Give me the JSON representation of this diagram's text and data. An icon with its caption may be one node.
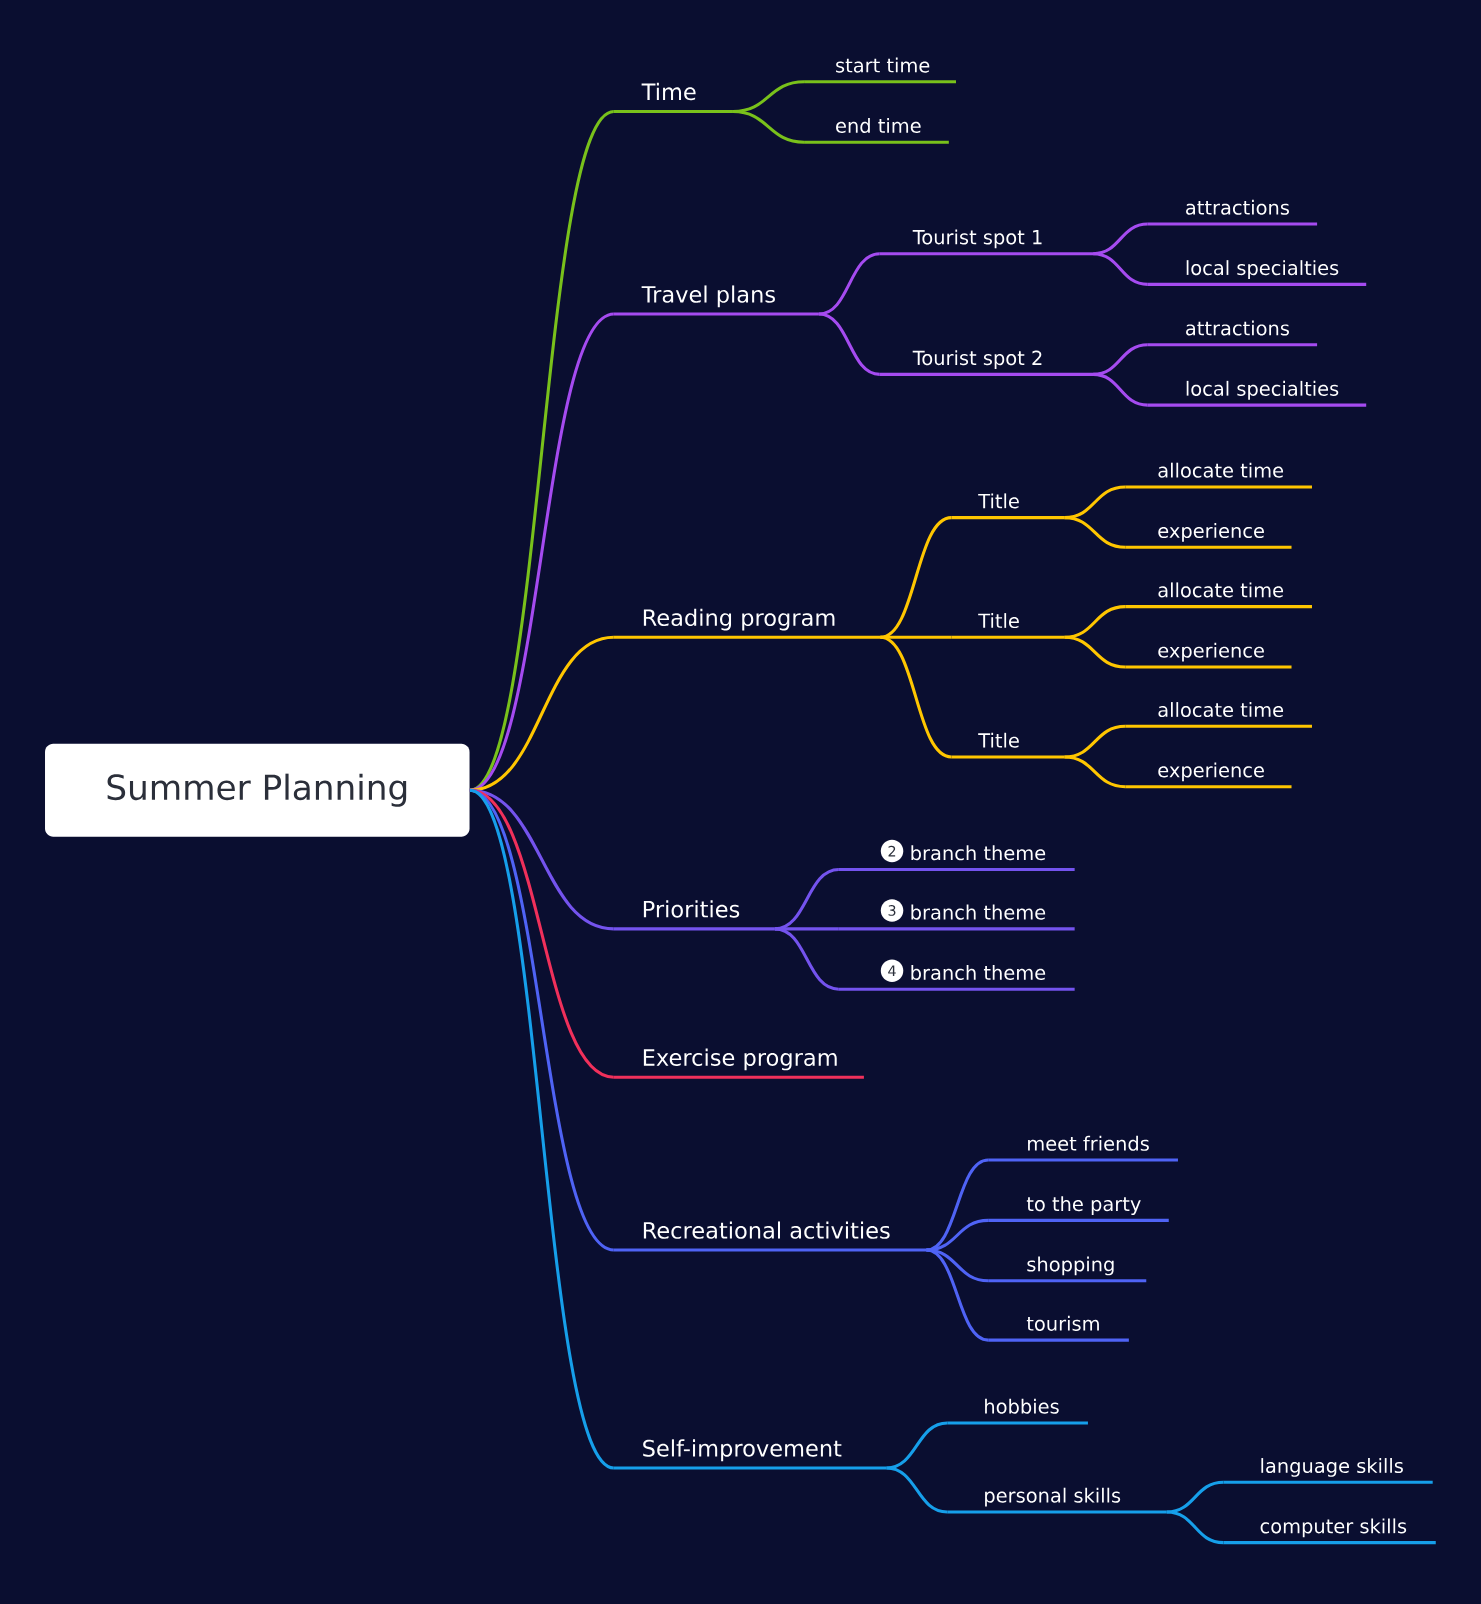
{
  "diagram": {
    "nodes": [
      {
        "text": [
          "Summer Planning"
        ]
      },
      {
        "text": [
          "Time"
        ]
      },
      {
        "text": [
          "start time"
        ]
      },
      {
        "text": [
          "end time"
        ]
      },
      {
        "text": [
          "Travel plans"
        ]
      },
      {
        "text": [
          "Tourist spot 1"
        ]
      },
      {
        "text": [
          "attractions"
        ]
      },
      {
        "text": [
          "local specialties"
        ]
      },
      {
        "text": [
          "Tourist spot 2"
        ]
      },
      {
        "text": [
          "attractions"
        ]
      },
      {
        "text": [
          "local specialties"
        ]
      },
      {
        "text": [
          "Reading program"
        ]
      },
      {
        "text": [
          "Title"
        ]
      },
      {
        "text": [
          "allocate time"
        ]
      },
      {
        "text": [
          "experience"
        ]
      },
      {
        "text": [
          "Title"
        ]
      },
      {
        "text": [
          "allocate time"
        ]
      },
      {
        "text": [
          "experience"
        ]
      },
      {
        "text": [
          "Title"
        ]
      },
      {
        "text": [
          "allocate time"
        ]
      },
      {
        "text": [
          "experience"
        ]
      },
      {
        "text": [
          "Priorities"
        ]
      },
      {
        "text": [
          "2",
          "branch theme"
        ]
      },
      {
        "text": [
          "3",
          "branch theme"
        ]
      },
      {
        "text": [
          "4",
          "branch theme"
        ]
      },
      {
        "text": [
          "Exercise program"
        ]
      },
      {
        "text": [
          "Recreational activities"
        ]
      },
      {
        "text": [
          "meet friends"
        ]
      },
      {
        "text": [
          "to the party"
        ]
      },
      {
        "text": [
          "shopping"
        ]
      },
      {
        "text": [
          "tourism"
        ]
      },
      {
        "text": [
          "Self-improvement"
        ]
      },
      {
        "text": [
          "hobbies"
        ]
      },
      {
        "text": [
          "personal skills"
        ]
      },
      {
        "text": [
          "language skills"
        ]
      },
      {
        "text": [
          "computer skills"
        ]
      }
    ],
    "edges": [
      {
        "from": 0,
        "to": 1,
        "arrow": "none",
        "color": "#79c11b"
      },
      {
        "from": 1,
        "to": 2,
        "arrow": "none",
        "color": "#79c11b"
      },
      {
        "from": 1,
        "to": 3,
        "arrow": "none",
        "color": "#79c11b"
      },
      {
        "from": 0,
        "to": 4,
        "arrow": "none",
        "color": "#a54bf0"
      },
      {
        "from": 4,
        "to": 5,
        "arrow": "none",
        "color": "#a54bf0"
      },
      {
        "from": 5,
        "to": 6,
        "arrow": "none",
        "color": "#a54bf0"
      },
      {
        "from": 5,
        "to": 7,
        "arrow": "none",
        "color": "#a54bf0"
      },
      {
        "from": 4,
        "to": 8,
        "arrow": "none",
        "color": "#a54bf0"
      },
      {
        "from": 8,
        "to": 9,
        "arrow": "none",
        "color": "#a54bf0"
      },
      {
        "from": 8,
        "to": 10,
        "arrow": "none",
        "color": "#a54bf0"
      },
      {
        "from": 0,
        "to": 11,
        "arrow": "none"
      },
      {
        "from": 11,
        "to": 12,
        "arrow": "none"
      },
      {
        "from": 12,
        "to": 13,
        "arrow": "none"
      },
      {
        "from": 12,
        "to": 14,
        "arrow": "none"
      },
      {
        "from": 11,
        "to": 15,
        "arrow": "none"
      },
      {
        "from": 15,
        "to": 16,
        "arrow": "none"
      },
      {
        "from": 15,
        "to": 17,
        "arrow": "none"
      },
      {
        "from": 11,
        "to": 18,
        "arrow": "none"
      },
      {
        "from": 18,
        "to": 19,
        "arrow": "none"
      },
      {
        "from": 18,
        "to": 20,
        "arrow": "none"
      },
      {
        "from": 0,
        "to": 21,
        "arrow": "none",
        "color": "#7453ee"
      },
      {
        "from": 21,
        "to": 22,
        "arrow": "none",
        "color": "#7453ee"
      },
      {
        "from": 21,
        "to": 23,
        "arrow": "none",
        "color": "#7453ee"
      },
      {
        "from": 21,
        "to": 24,
        "arrow": "none",
        "color": "#7453ee"
      },
      {
        "from": 0,
        "to": 25,
        "arrow": "none",
        "color": "#f0305b"
      },
      {
        "from": 0,
        "to": 26,
        "arrow": "none",
        "color": "#4f63f5"
      },
      {
        "from": 26,
        "to": 27,
        "arrow": "none",
        "color": "#4f63f5"
      },
      {
        "from": 26,
        "to": 28,
        "arrow": "none",
        "color": "#4f63f5"
      },
      {
        "from": 26,
        "to": 29,
        "arrow": "none",
        "color": "#4f63f5"
      },
      {
        "from": 26,
        "to": 30,
        "arrow": "none",
        "color": "#4f63f5"
      },
      {
        "from": 0,
        "to": 31,
        "arrow": "none",
        "color": "#169fea"
      },
      {
        "from": 31,
        "to": 32,
        "arrow": "none",
        "color": "#169fea"
      },
      {
        "from": 31,
        "to": 33,
        "arrow": "none",
        "color": "#169fea"
      },
      {
        "from": 33,
        "to": 34,
        "arrow": "none",
        "color": "#169fea"
      },
      {
        "from": 33,
        "to": 35,
        "arrow": "none",
        "color": "#169fea"
      }
    ]
  }
}
